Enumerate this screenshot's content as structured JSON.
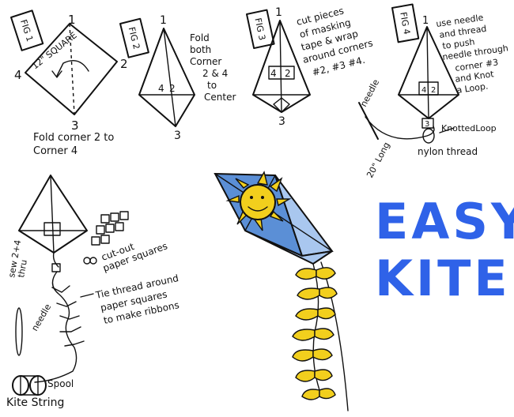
{
  "title": {
    "line1": "EASY",
    "line2": "KITES",
    "color": "#2f62e8"
  },
  "fig1": {
    "label": "FIG 1",
    "size": "12\" SQUARE",
    "corner1": "1",
    "corner2": "2",
    "corner3": "3",
    "corner4": "4",
    "caption_line1": "Fold corner 2 to",
    "caption_line2": "Corner 4"
  },
  "fig2": {
    "label": "FIG 2",
    "n1": "1",
    "n2": "2",
    "n3": "3",
    "n4": "4",
    "note": [
      "Fold",
      "both",
      "Corner",
      "2 & 4",
      "to",
      "Center"
    ]
  },
  "fig3": {
    "label": "FIG 3",
    "n1": "1",
    "n2": "2",
    "n3": "3",
    "n4": "4",
    "note": [
      "cut pieces",
      "of masking",
      "tape & wrap",
      "around corners",
      "#2, #3 #4."
    ]
  },
  "fig4": {
    "label": "FIG 4",
    "n1": "1",
    "n2": "2",
    "n3": "3",
    "n4": "4",
    "note": [
      "use needle",
      "and thread",
      "to push",
      "needle through",
      "corner #3",
      "and Knot",
      "a Loop."
    ],
    "knotted_loop": "KnottedLoop",
    "needle": "needle",
    "length": "20\" Long",
    "thread": "nylon thread"
  },
  "final": {
    "sew": "sew 2+4",
    "thru": "thru",
    "cut": "cut-out",
    "paper": "paper squares",
    "tie1": "Tie thread around",
    "tie2": "paper squares",
    "tie3": "to make ribbons",
    "needle": "needle",
    "spool": "Spool",
    "kite_string": "Kite String"
  },
  "colors": {
    "sky": "#5b8fd6",
    "sky_light": "#a9c7ef",
    "sun": "#f2cf1d",
    "tail": "#f2cf1d"
  }
}
